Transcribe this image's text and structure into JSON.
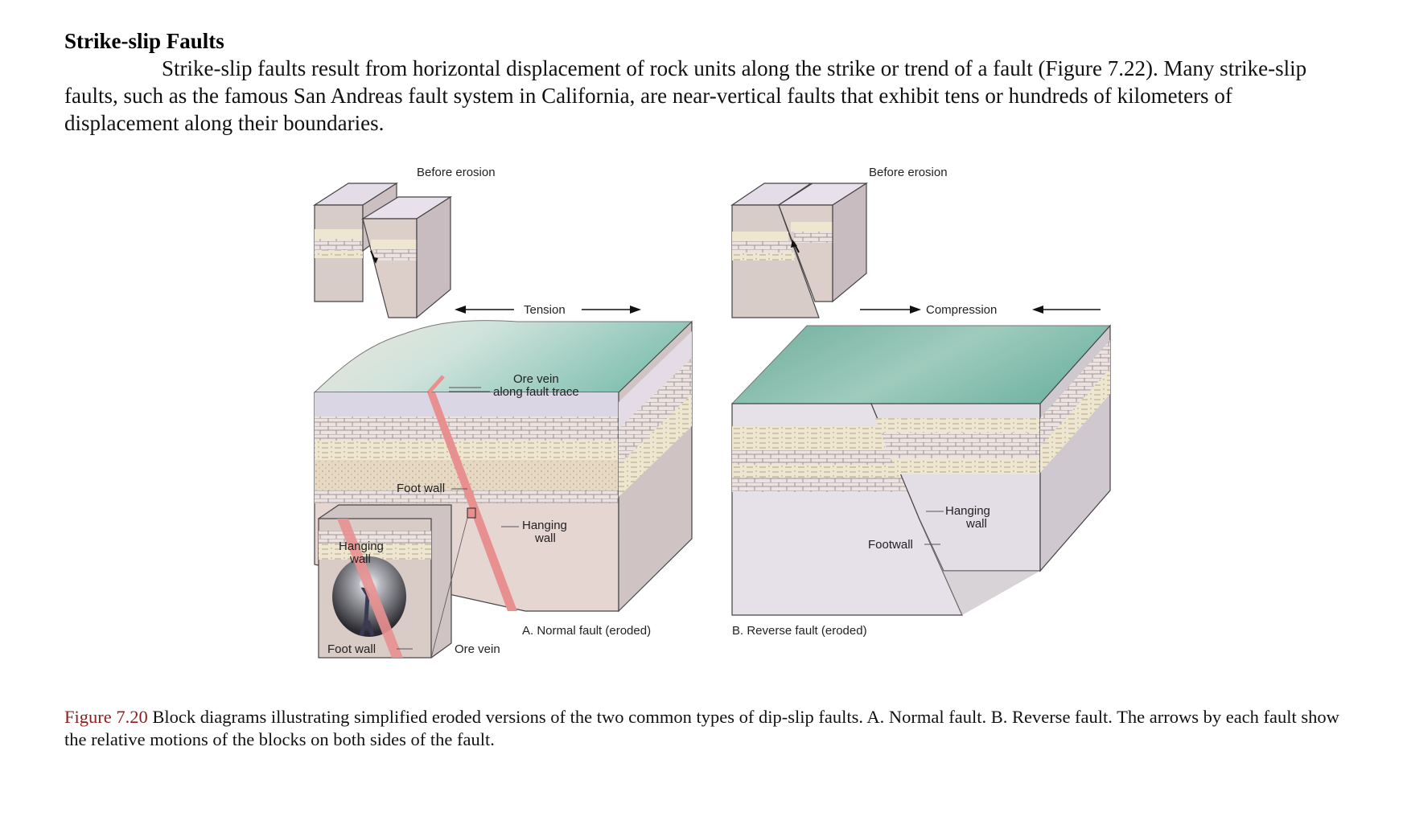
{
  "section": {
    "heading": "Strike-slip Faults",
    "paragraph": "Strike-slip faults result from horizontal displacement of rock units along the strike or trend of a fault (Figure 7.22). Many strike-slip faults, such as the famous San Andreas fault system in California, are near-vertical faults that exhibit tens or hundreds of kilometers of displacement along their boundaries."
  },
  "figure": {
    "panel_a": {
      "before_erosion": "Before erosion",
      "tension": "Tension",
      "ore_vein_line1": "Ore vein",
      "ore_vein_line2": "along fault trace",
      "foot_wall": "Foot wall",
      "hanging_line1": "Hanging",
      "hanging_line2": "wall",
      "inset_hanging_line1": "Hanging",
      "inset_hanging_line2": "wall",
      "inset_foot_wall": "Foot wall",
      "inset_ore_vein": "Ore vein",
      "title": "A. Normal fault (eroded)"
    },
    "panel_b": {
      "before_erosion": "Before erosion",
      "compression": "Compression",
      "hanging_line1": "Hanging",
      "hanging_line2": "wall",
      "footwall": "Footwall",
      "title": "B. Reverse fault (eroded)"
    },
    "colors": {
      "fault_red": "#e89090",
      "top_green": "#8fc6b8",
      "block_pink": "#e7d6d0",
      "layer_pale": "#efe6cf"
    }
  },
  "caption": {
    "figure_number": "Figure 7.20",
    "text": " Block diagrams illustrating simplified eroded versions of the two common types of dip-slip faults. A. Normal fault. B. Reverse fault. The arrows by each fault show the relative motions of the blocks on both sides of the fault."
  }
}
